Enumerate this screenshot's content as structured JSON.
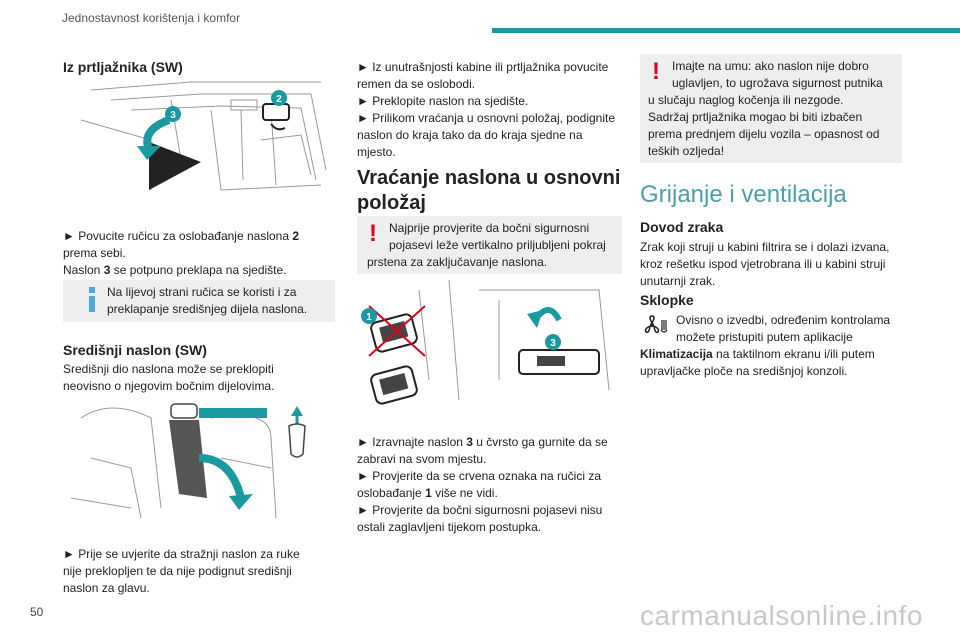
{
  "header": {
    "title": "Jednostavnost korištenja i komfor",
    "accent_color": "#1a9aa0"
  },
  "col1": {
    "heading": "Iz prtljažnika (SW)",
    "steps1_line1_pre": "► Povucite ručicu za oslobađanje naslona ",
    "steps1_line1_bold": "2",
    "steps1_line2": "prema sebi.",
    "steps1_line3_pre": "Naslon ",
    "steps1_line3_bold": "3",
    "steps1_line3_post": " se potpuno preklapa na sjedište.",
    "info_line1": "Na lijevoj strani ručica se koristi i za",
    "info_line2": "preklapanje središnjeg dijela naslona.",
    "subheading": "Središnji naslon (SW)",
    "desc_line1": "Središnji dio naslona može se preklopiti",
    "desc_line2": "neovisno o njegovim bočnim dijelovima.",
    "step2_line1": "► Prije se uvjerite da stražnji naslon za ruke",
    "step2_line2": "nije preklopljen te da nije podignut središnji",
    "step2_line3": "naslon za glavu.",
    "fig1_marks": [
      "3",
      "2"
    ]
  },
  "col2": {
    "l1": "► Iz unutrašnjosti kabine ili prtljažnika povucite",
    "l2": "remen da se oslobodi.",
    "l3": "► Preklopite naslon na sjedište.",
    "l4": "► Prilikom vraćanja u osnovni položaj, podignite",
    "l5": "naslon do kraja tako da do kraja sjedne na",
    "l6": "mjesto.",
    "heading_line1": "Vraćanje naslona u osnovni",
    "heading_line2": "položaj",
    "warn_line1": "Najprije provjerite da bočni sigurnosni",
    "warn_line2": "pojasevi leže vertikalno priljubljeni pokraj",
    "warn_line3": "prstena za zaključavanje naslona.",
    "fig_marks": [
      "1",
      "3"
    ],
    "s1_pre": "► Izravnajte naslon ",
    "s1_bold": "3",
    "s1_post": " u čvrsto ga gurnite da se",
    "s2": "zabravi na svom mjestu.",
    "s3": "► Provjerite da se crvena oznaka na ručici za",
    "s4_pre": "oslobađanje ",
    "s4_bold": "1",
    "s4_post": " više ne vidi.",
    "s5": "► Provjerite da bočni sigurnosni pojasevi nisu",
    "s6": "ostali zaglavljeni tijekom postupka."
  },
  "col3": {
    "warn_line1": "Imajte na umu: ako naslon nije dobro",
    "warn_line2": "uglavljen, to ugrožava sigurnost putnika",
    "warn_line3": "u slučaju naglog kočenja ili nezgode.",
    "warn_line4": "Sadržaj prtljažnika mogao bi biti izbačen",
    "warn_line5": "prema prednjem dijelu vozila – opasnost od",
    "warn_line6": "teških ozljeda!",
    "section_title": "Grijanje i ventilacija",
    "sub1": "Dovod zraka",
    "p1_l1": "Zrak koji struji u kabini filtrira se i dolazi izvana,",
    "p1_l2": "kroz rešetku ispod vjetrobrana ili u kabini struji",
    "p1_l3": "unutarnji zrak.",
    "sub2": "Sklopke",
    "p2_l1": "Ovisno o izvedbi, određenim kontrolama",
    "p2_l2": "možete pristupiti putem aplikacije",
    "p2_l3_bold": "Klimatizacija",
    "p2_l3_post": " na taktilnom ekranu i/ili putem",
    "p2_l4": "upravljačke ploče na središnjoj konzoli."
  },
  "footer": {
    "page_number": "50",
    "watermark": "carmanualsonline.info"
  },
  "colors": {
    "teal": "#1a9aa0",
    "warning_red": "#e2001a",
    "info_blue": "#4aa9e0",
    "note_bg": "#eeeeee"
  },
  "icons": [
    "warning-icon",
    "info-icon",
    "fan-icon"
  ]
}
